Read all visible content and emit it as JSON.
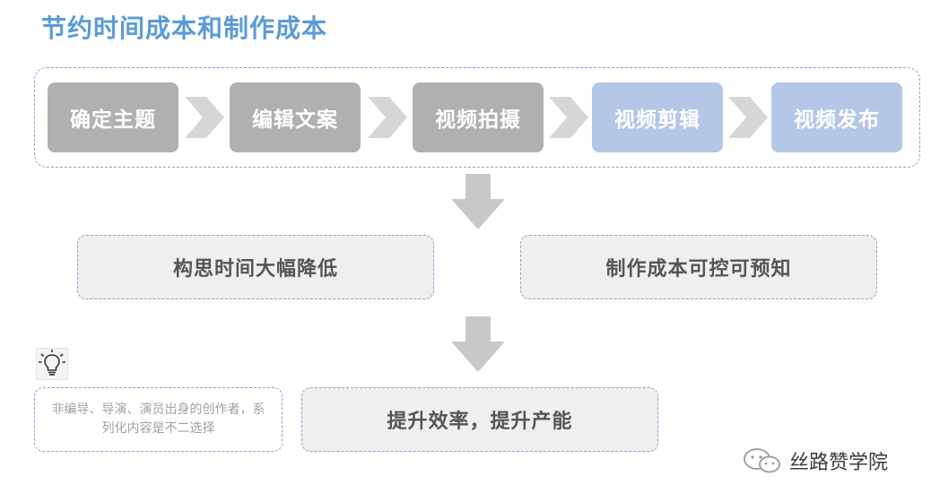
{
  "title": "节约时间成本和制作成本",
  "steps": [
    {
      "label": "确定主题",
      "style": "gray"
    },
    {
      "label": "编辑文案",
      "style": "gray"
    },
    {
      "label": "视频拍摄",
      "style": "gray"
    },
    {
      "label": "视频剪辑",
      "style": "blue"
    },
    {
      "label": "视频发布",
      "style": "blue"
    }
  ],
  "results": [
    "构思时间大幅降低",
    "制作成本可控可预知"
  ],
  "note": "非编导、导演、演员出身的创作者，系列化内容是不二选择",
  "outcome": "提升效率，提升产能",
  "watermark": "丝路赞学院",
  "colors": {
    "accent": "#5b9bd5",
    "gray_step": "#b0b0b0",
    "blue_step": "#b4c7e7",
    "arrow": "#c8c8c8"
  },
  "icons": [
    "chevron-right-icon",
    "down-arrow-icon",
    "lightbulb-icon",
    "wechat-icon"
  ]
}
